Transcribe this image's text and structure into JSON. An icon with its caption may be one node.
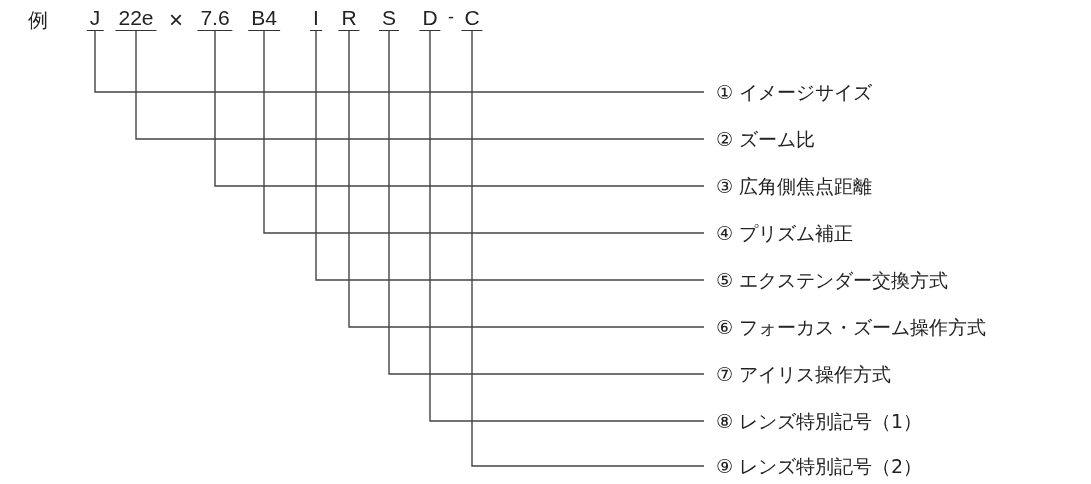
{
  "diagram": {
    "nodes": [
      {
        "text": [
          "J"
        ]
      },
      {
        "text": [
          "22e"
        ]
      },
      {
        "text": [
          "7.6"
        ]
      },
      {
        "text": [
          "B4"
        ]
      },
      {
        "text": [
          "I"
        ]
      },
      {
        "text": [
          "R"
        ]
      },
      {
        "text": [
          "S"
        ]
      },
      {
        "text": [
          "D"
        ]
      },
      {
        "text": [
          "C"
        ]
      },
      {
        "text": [
          "① イメージサイズ"
        ]
      },
      {
        "text": [
          "② ズーム比"
        ]
      },
      {
        "text": [
          "③ 広角側焦点距離"
        ]
      },
      {
        "text": [
          "④ プリズム補正"
        ]
      },
      {
        "text": [
          "⑤ エクステンダー交換方式"
        ]
      },
      {
        "text": [
          "⑥ フォーカス・ズーム操作方式"
        ]
      },
      {
        "text": [
          "⑦ アイリス操作方式"
        ]
      },
      {
        "text": [
          "⑧ レンズ特別記号（1）"
        ]
      },
      {
        "text": [
          "⑨ レンズ特別記号（2）"
        ]
      }
    ],
    "edges": [
      {
        "from": 0,
        "to": 9,
        "arrow": "none"
      },
      {
        "from": 1,
        "to": 10,
        "arrow": "none"
      },
      {
        "from": 2,
        "to": 11,
        "arrow": "none"
      },
      {
        "from": 3,
        "to": 12,
        "arrow": "none"
      },
      {
        "from": 4,
        "to": 13,
        "arrow": "none"
      },
      {
        "from": 5,
        "to": 14,
        "arrow": "none"
      },
      {
        "from": 6,
        "to": 15,
        "arrow": "none"
      },
      {
        "from": 7,
        "to": 16,
        "arrow": "none"
      },
      {
        "from": 8,
        "to": 17,
        "arrow": "none"
      }
    ],
    "labels": [
      "例",
      "×",
      "-"
    ]
  }
}
